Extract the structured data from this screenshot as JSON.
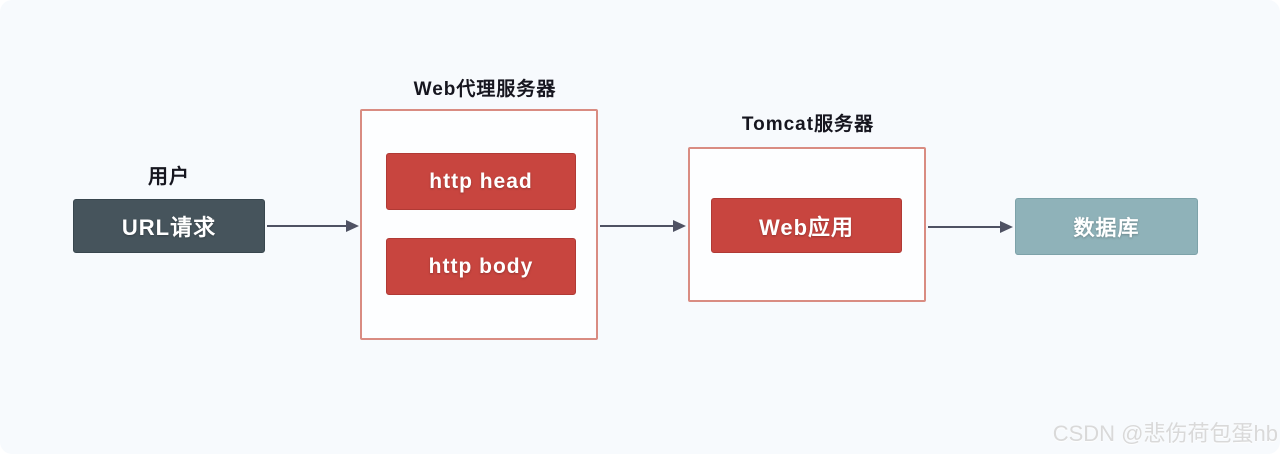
{
  "diagram": {
    "user_label": "用户",
    "url_request_label": "URL请求",
    "proxy": {
      "title": "Web代理服务器",
      "http_head_label": "http head",
      "http_body_label": "http body"
    },
    "tomcat": {
      "title": "Tomcat服务器",
      "web_app_label": "Web应用"
    },
    "database_label": "数据库"
  },
  "watermark": "CSDN @悲伤荷包蛋hb",
  "colors": {
    "bg": "#f7fafd",
    "dark_box": "#46545c",
    "red_box": "#c8453f",
    "outline_border": "#d98c82",
    "teal_box": "#8fb2b9",
    "arrow": "#4f5263",
    "label": "#16161f",
    "watermark": "#d9d9d9"
  }
}
